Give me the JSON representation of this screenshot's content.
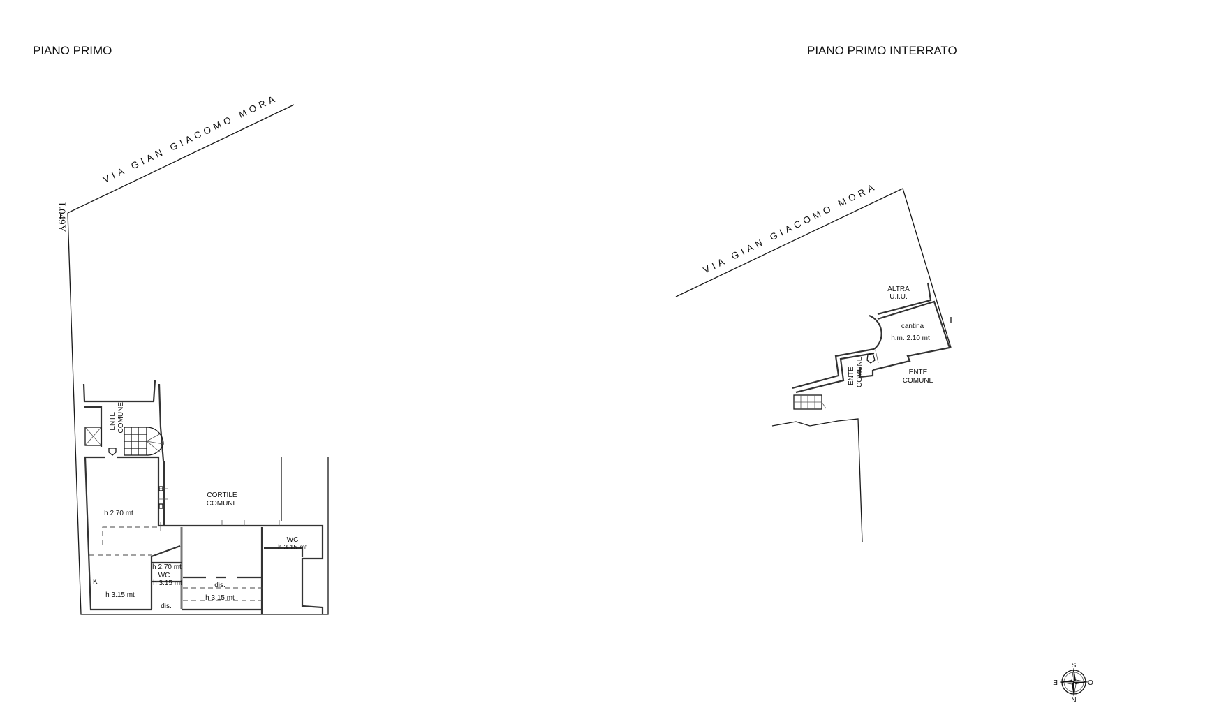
{
  "left_plan": {
    "title": "PIANO PRIMO",
    "street": "VIA GIAN GIACOMO MORA",
    "sheet_code": "L049Y",
    "labels": {
      "ente_comune_1": "ENTE",
      "ente_comune_2": "COMUNE",
      "cortile_1": "CORTILE",
      "cortile_2": "COMUNE",
      "room_h270": "h 2.70 mt",
      "wc_small_h270": "h 2.70 mt",
      "wc_small": "WC",
      "wc_small_h315": "h 3.15 mt",
      "kitchen": "K",
      "kitchen_h315": "h 3.15 mt",
      "dis_1": "dis.",
      "dis_2": "dis.",
      "center_h315": "h 3.15 mt",
      "wc_right": "WC",
      "wc_right_h315": "h 3.15 mt"
    }
  },
  "right_plan": {
    "title": "PIANO PRIMO INTERRATO",
    "street": "VIA GIAN GIACOMO MORA",
    "labels": {
      "altra_1": "ALTRA",
      "altra_2": "U.I.U.",
      "cantina": "cantina",
      "cantina_h": "h.m. 2.10 mt",
      "ente_v_1": "ENTE",
      "ente_v_2": "COMUNE",
      "ente_h_1": "ENTE",
      "ente_h_2": "COMUNE"
    }
  },
  "compass": {
    "s": "S",
    "n": "N",
    "e": "E",
    "o": "O"
  }
}
